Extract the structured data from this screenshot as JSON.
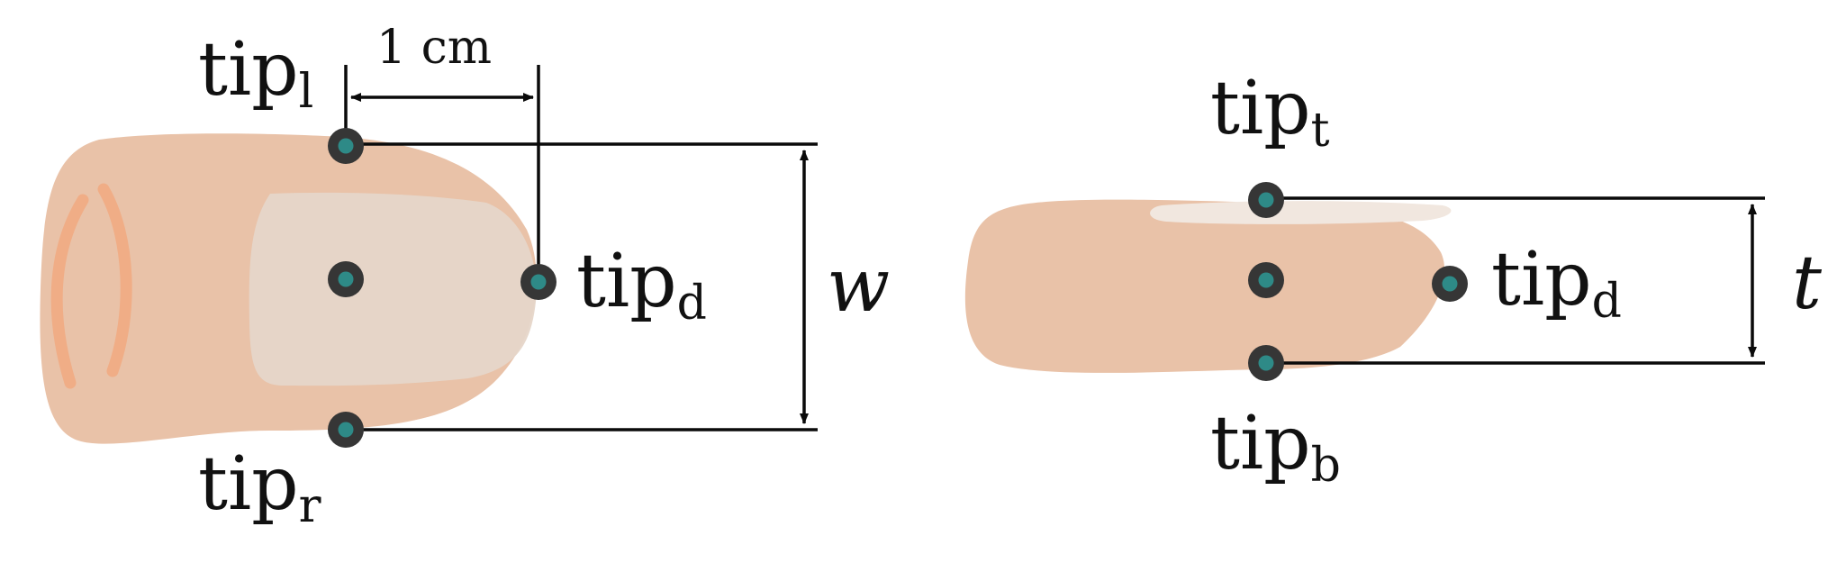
{
  "colors": {
    "skin": "#e9c2a8",
    "nail": "#e6d6c9",
    "nail_bright": "#f1e7df",
    "knuckle": "#f0ad86",
    "marker_ring": "#363636",
    "marker_dot": "#2e8a87",
    "line": "#0a0a0a"
  },
  "top_view": {
    "tip_left": {
      "base": "tip",
      "sub": "l"
    },
    "tip_right": {
      "base": "tip",
      "sub": "r"
    },
    "tip_distal": {
      "base": "tip",
      "sub": "d"
    },
    "offset_label": "1 cm",
    "width_label": "w"
  },
  "side_view": {
    "tip_top": {
      "base": "tip",
      "sub": "t"
    },
    "tip_bottom": {
      "base": "tip",
      "sub": "b"
    },
    "tip_distal": {
      "base": "tip",
      "sub": "d"
    },
    "thickness_label": "t"
  }
}
